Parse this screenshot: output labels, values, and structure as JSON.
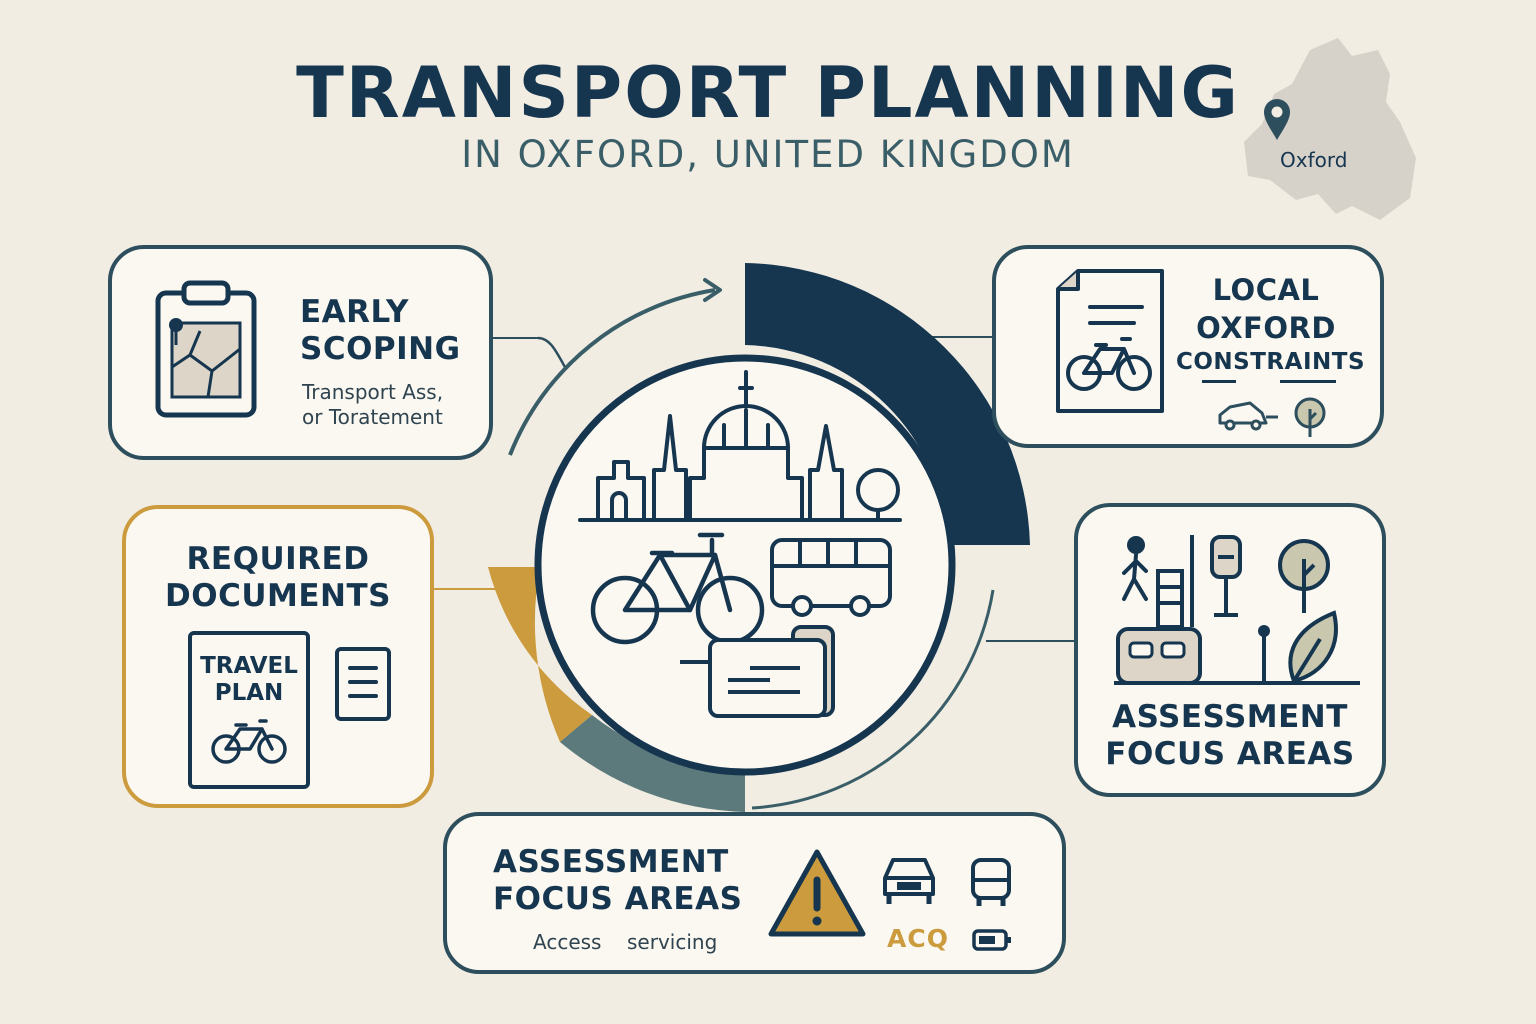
{
  "header": {
    "title": "TRANSPORT PLANNING",
    "subtitle": "IN OXFORD, UNITED KINGDOM"
  },
  "map": {
    "label": "Oxford",
    "marker_icon": "location-pin-icon"
  },
  "cards": {
    "early_scoping": {
      "heading_line1": "EARLY",
      "heading_line2": "SCOPING",
      "desc_line1": "Transport Ass,",
      "desc_line2": "or Toratement",
      "icon": "clipboard-map-icon"
    },
    "local_constraints": {
      "heading_line1": "LOCAL",
      "heading_line2": "OXFORD",
      "heading_line3": "CONSTRAINTS",
      "icons": [
        "document-bicycle-icon",
        "car-charging-icon",
        "tree-icon"
      ]
    },
    "required_documents": {
      "heading_line1": "REQUIRED",
      "heading_line2": "DOCUMENTS",
      "doc_title_line1": "TRAVEL",
      "doc_title_line2": "PLAN",
      "icons": [
        "travel-plan-document-icon",
        "list-document-icon"
      ]
    },
    "assessment_right": {
      "heading_line1": "ASSESSMENT",
      "heading_line2": "FOCUS AREAS",
      "icons": [
        "pedestrian-icon",
        "bus-stop-icon",
        "tram-icon",
        "tree-icon",
        "leaf-icon"
      ]
    },
    "assessment_bottom": {
      "heading_line1": "ASSESSMENT",
      "heading_line2": "FOCUS AREAS",
      "caption_left": "Access",
      "caption_right": "servicing",
      "car_label": "ACQ",
      "icons": [
        "warning-icon",
        "car-icon",
        "bus-icon",
        "battery-icon"
      ]
    }
  },
  "center": {
    "icons": [
      "oxford-skyline-icon",
      "bicycle-icon",
      "bus-icon",
      "ticket-icon"
    ]
  },
  "colors": {
    "navy": "#163650",
    "teal": "#3a5e68",
    "gold": "#cc9b3e",
    "slate": "#5c7a7c",
    "background": "#f2ede3",
    "card": "#fbf8f1"
  }
}
